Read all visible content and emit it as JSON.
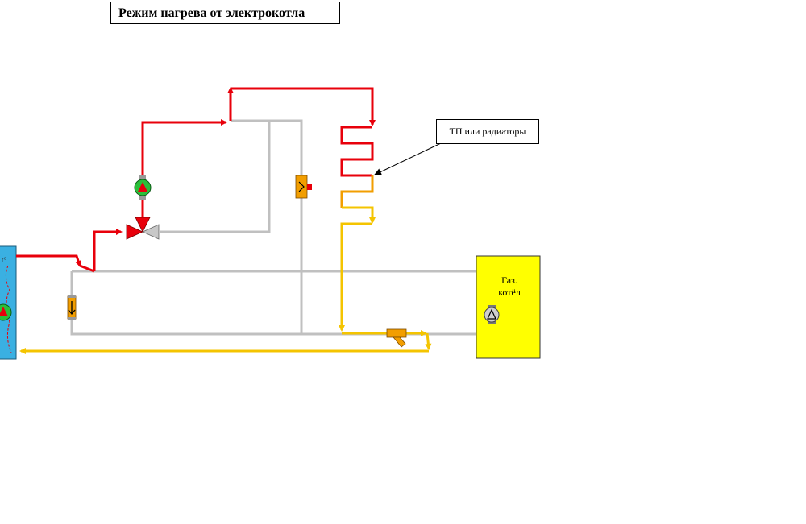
{
  "title": "Режим нагрева от электрокотла",
  "radiators_label": "ТП или радиаторы",
  "boiler": {
    "line1": "Газ.",
    "line2": "котёл"
  },
  "tank_fragment": "t°",
  "colors": {
    "supply_hot": "#e8000b",
    "return_warm": "#f4c400",
    "mid_orange": "#f29e00",
    "idle_pipe": "#c0c0c0",
    "tank": "#3ab0e2",
    "boiler_fill": "#ffff00",
    "pump_green": "#2bbf3a"
  }
}
